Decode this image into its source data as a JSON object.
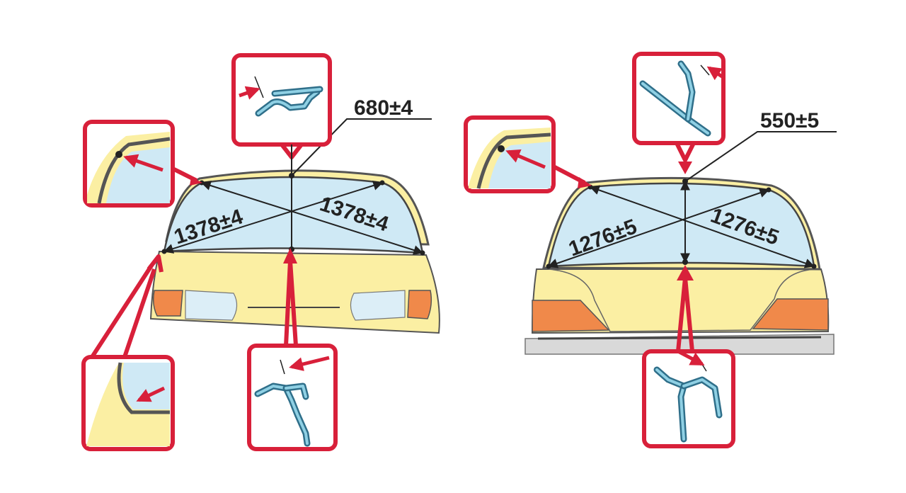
{
  "left_view": {
    "height_dimension": "680±4",
    "diagonal_left": "1378±4",
    "diagonal_right": "1378±4"
  },
  "right_view": {
    "height_dimension": "550±5",
    "diagonal_left": "1276±5",
    "diagonal_right": "1276±5"
  },
  "colors": {
    "callout_frame": "#d8203a",
    "body_paint": "#fbefa3",
    "glass": "#cfe9f5",
    "tail_light": "#f0894a",
    "seal_profile": "#5fb3d3"
  }
}
